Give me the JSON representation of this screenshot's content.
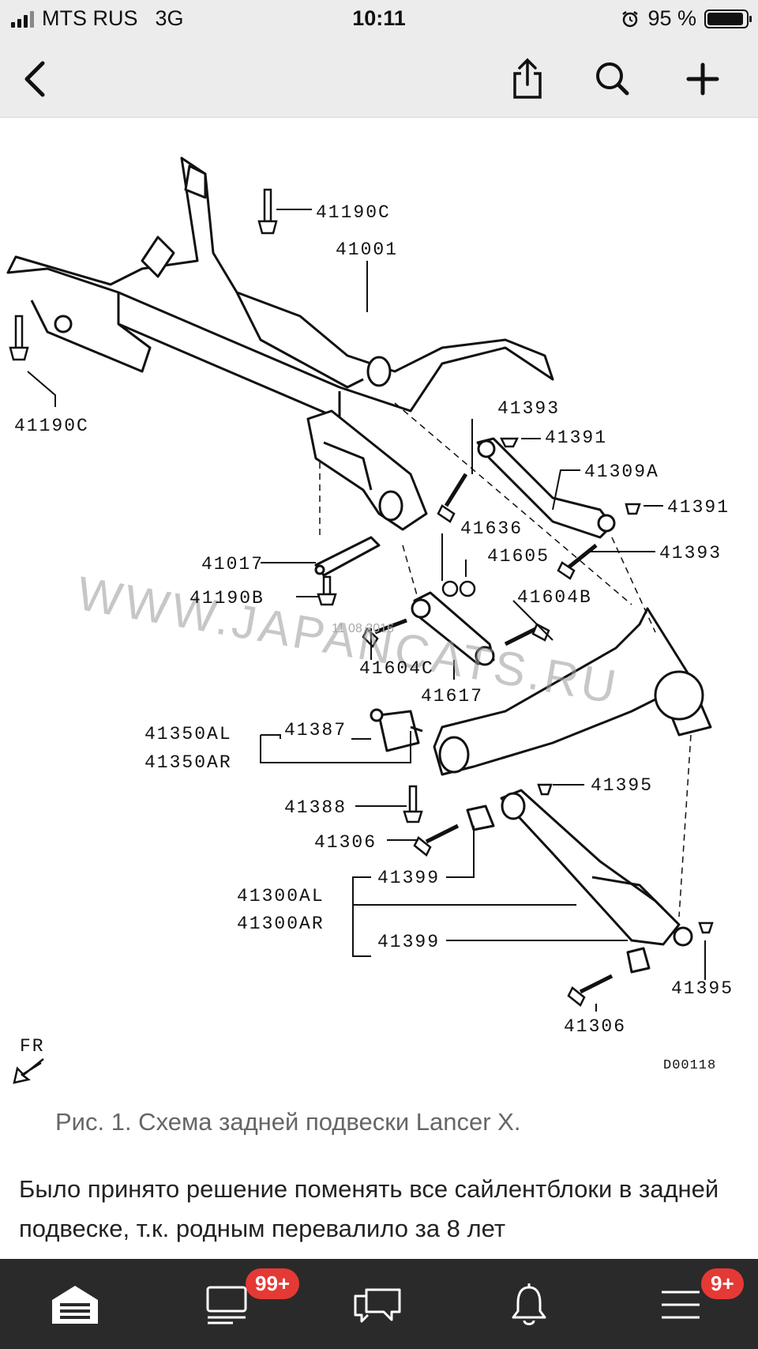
{
  "status_bar": {
    "carrier": "MTS RUS",
    "network": "3G",
    "time": "10:11",
    "battery": "95 %",
    "battery_level": 0.95
  },
  "nav": {
    "back_icon": "chevron-left-icon",
    "share_icon": "share-icon",
    "search_icon": "search-icon",
    "add_icon": "plus-icon"
  },
  "diagram": {
    "watermark": "WWW.JAPANCATS.RU",
    "stamp": "11 08 2016",
    "code": "D00118",
    "fr": "FR",
    "labels": {
      "l41190c_a": "41190C",
      "l41001": "41001",
      "l41190c_b": "41190C",
      "l41393_a": "41393",
      "l41391_a": "41391",
      "l41309a": "41309A",
      "l41391_b": "41391",
      "l41393_b": "41393",
      "l41636": "41636",
      "l41605": "41605",
      "l41017": "41017",
      "l41190b": "41190B",
      "l41604b": "41604B",
      "l41604c": "41604C",
      "l41617": "41617",
      "l41350al": "41350AL",
      "l41350ar": "41350AR",
      "l41387": "41387",
      "l41395_a": "41395",
      "l41388": "41388",
      "l41306_a": "41306",
      "l41399_a": "41399",
      "l41300al": "41300AL",
      "l41300ar": "41300AR",
      "l41399_b": "41399",
      "l41395_b": "41395",
      "l41306_b": "41306"
    }
  },
  "article": {
    "caption": "Рис. 1. Схема задней подвески Lancer X.",
    "text": "Было принято решение поменять все сайлентблоки в задней подвеске, т.к. родным перевалило за 8 лет"
  },
  "tabbar": {
    "items": [
      {
        "icon": "garage-icon"
      },
      {
        "icon": "feed-icon",
        "badge": "99+"
      },
      {
        "icon": "messages-icon"
      },
      {
        "icon": "bell-icon"
      },
      {
        "icon": "menu-icon",
        "badge": "9+"
      }
    ]
  }
}
